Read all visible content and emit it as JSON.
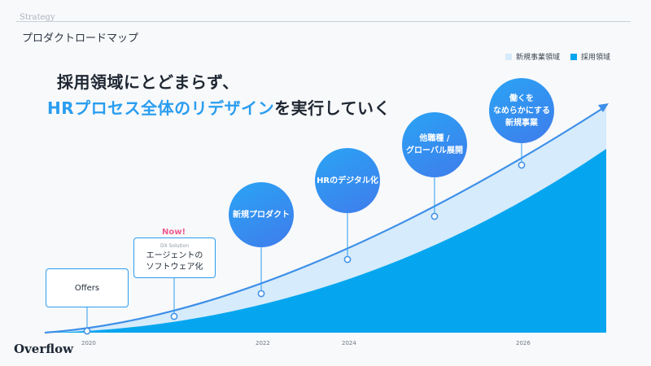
{
  "header": {
    "eyebrow": "Strategy",
    "section_title": "プロダクトロードマップ"
  },
  "headline": {
    "line1": "採用領域にとどまらず、",
    "line2_highlight": "HRプロセス全体のリデザイン",
    "line2_rest": "を実行していく"
  },
  "legend": {
    "new_business": {
      "label": "新規事業領域",
      "color": "#d6ebfb"
    },
    "recruiting": {
      "label": "採用領域",
      "color": "#05a6ef"
    }
  },
  "milestones": {
    "offers": {
      "label": "Offers"
    },
    "dx": {
      "badge": "Now!",
      "small": "DX Solution",
      "line1": "エージェントの",
      "line2": "ソフトウェア化"
    },
    "new_product": {
      "label": "新規プロダクト"
    },
    "hr_digital": {
      "label": "HRのデジタル化"
    },
    "expansion": {
      "line1": "他職種 /",
      "line2": "グローバル展開"
    },
    "work": {
      "line1": "働くを",
      "line2": "なめらかにする",
      "line3": "新規事業"
    }
  },
  "years": [
    "2020",
    "2022",
    "2024",
    "2026"
  ],
  "brand": {
    "logo": "Overflow"
  },
  "colors": {
    "accent": "#2a9df0",
    "now": "#ee5b8f"
  }
}
